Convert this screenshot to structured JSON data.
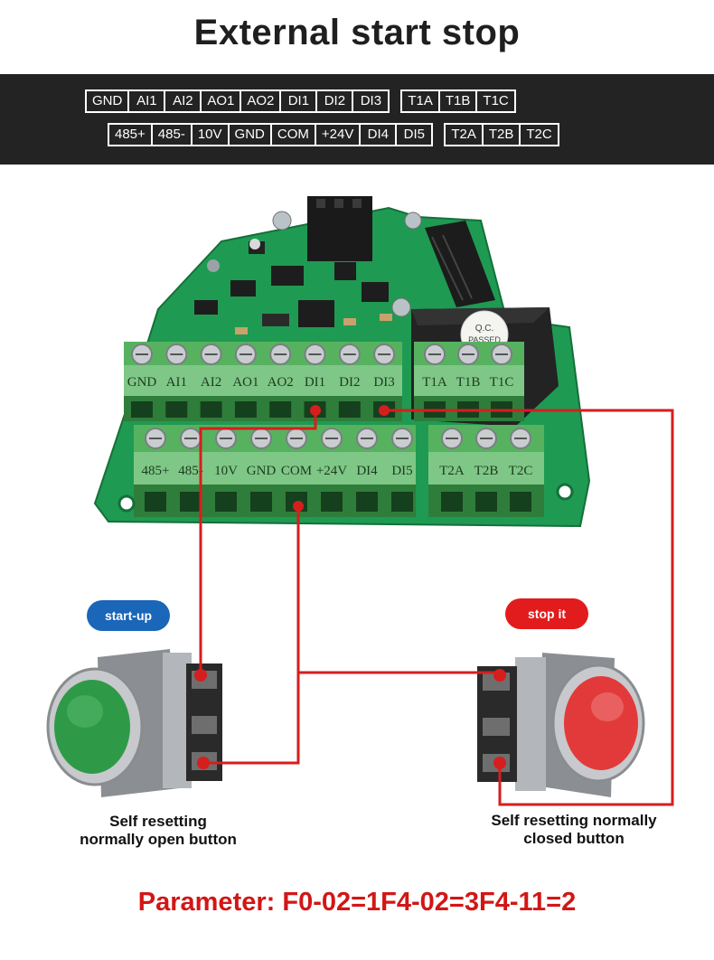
{
  "title": "External start stop",
  "terminal_strip": {
    "row1_main": [
      "GND",
      "AI1",
      "AI2",
      "AO1",
      "AO2",
      "DI1",
      "DI2",
      "DI3"
    ],
    "row1_relay": [
      "T1A",
      "T1B",
      "T1C"
    ],
    "row2_main": [
      "485+",
      "485-",
      "10V",
      "GND",
      "COM",
      "+24V",
      "DI4",
      "DI5"
    ],
    "row2_relay": [
      "T2A",
      "T2B",
      "T2C"
    ]
  },
  "board": {
    "top_labels": [
      "GND",
      "AI1",
      "AI2",
      "AO1",
      "AO2",
      "DI1",
      "DI2",
      "DI3"
    ],
    "top_relay_labels": [
      "T1A",
      "T1B",
      "T1C"
    ],
    "bottom_labels": [
      "485+",
      "485-",
      "10V",
      "GND",
      "COM",
      "+24V",
      "DI4",
      "DI5"
    ],
    "bottom_relay_labels": [
      "T2A",
      "T2B",
      "T2C"
    ],
    "qc_sticker_line1": "Q.C.",
    "qc_sticker_line2": "PASSED"
  },
  "buttons": {
    "start": {
      "tag": "start-up",
      "caption_line1": "Self resetting",
      "caption_line2": "normally open button",
      "cap_color": "#2e9a48",
      "tag_color": "#1a66b8"
    },
    "stop": {
      "tag": "stop it",
      "caption_line1": "Self resetting normally",
      "caption_line2": "closed button",
      "cap_color": "#e23a3a",
      "tag_color": "#e21c1c"
    }
  },
  "wire_color": "#d61e1e",
  "parameter": "Parameter: F0-02=1F4-02=3F4-11=2"
}
